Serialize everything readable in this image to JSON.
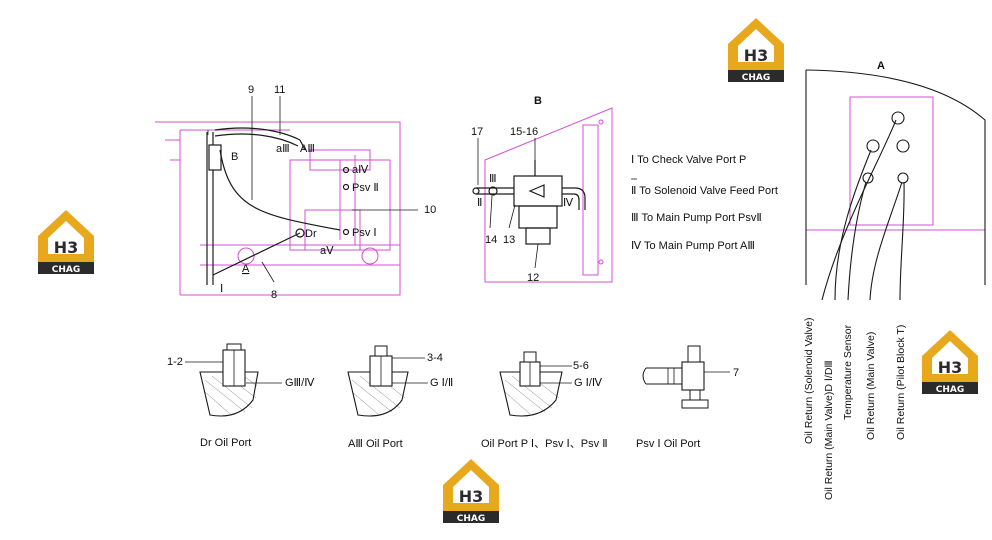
{
  "colors": {
    "line": "#1a1a1a",
    "magenta": "#d44fd4",
    "logo_gold": "#e8a81e",
    "logo_dark": "#2b2b2b"
  },
  "logo": {
    "mark": "H3",
    "word": "CHAG"
  },
  "section_labels": {
    "b": "B",
    "a": "A"
  },
  "left_view": {
    "callouts": [
      "9",
      "11",
      "10",
      "8"
    ],
    "tags": {
      "b": "B",
      "a_arrow": "A",
      "roman_one": "Ⅰ",
      "dr": "Dr",
      "a3_small": "aⅢ",
      "a3_big": "AⅢ",
      "a4": "aⅣ",
      "psv2": "Psv Ⅱ",
      "psv1": "Psv Ⅰ",
      "a5": "aⅤ"
    }
  },
  "b_view": {
    "callouts": [
      "17",
      "15-16",
      "14",
      "13",
      "12"
    ],
    "tags": {
      "iii": "Ⅲ",
      "ii": "Ⅱ",
      "iv": "Ⅳ"
    }
  },
  "legend": [
    "Ⅰ To Check Valve Port P",
    "Ⅱ To Solenoid Valve Feed Port",
    "Ⅲ To Main Pump Port PsvⅡ",
    "Ⅳ To Main Pump Port AⅢ"
  ],
  "ports": [
    {
      "callout": "1-2",
      "thread": "GⅢ/Ⅳ",
      "caption": "Dr Oil Port"
    },
    {
      "callout": "3-4",
      "thread": "G Ⅰ/Ⅱ",
      "caption": "AⅢ Oil Port"
    },
    {
      "callout": "5-6",
      "thread": "G Ⅰ/Ⅳ",
      "caption": "Oil Port P Ⅰ、Psv Ⅰ、Psv Ⅱ"
    },
    {
      "callout": "7",
      "thread": "",
      "caption": "Psv Ⅰ Oil Port"
    }
  ],
  "returns": [
    "Oil Return (Solenoid Valve)",
    "Oil Return (Main Valve)D Ⅰ/DⅢ",
    "Temperature  Sensor",
    "Oil Return (Main Valve)",
    "Oil Return (Pilot Block T)"
  ]
}
